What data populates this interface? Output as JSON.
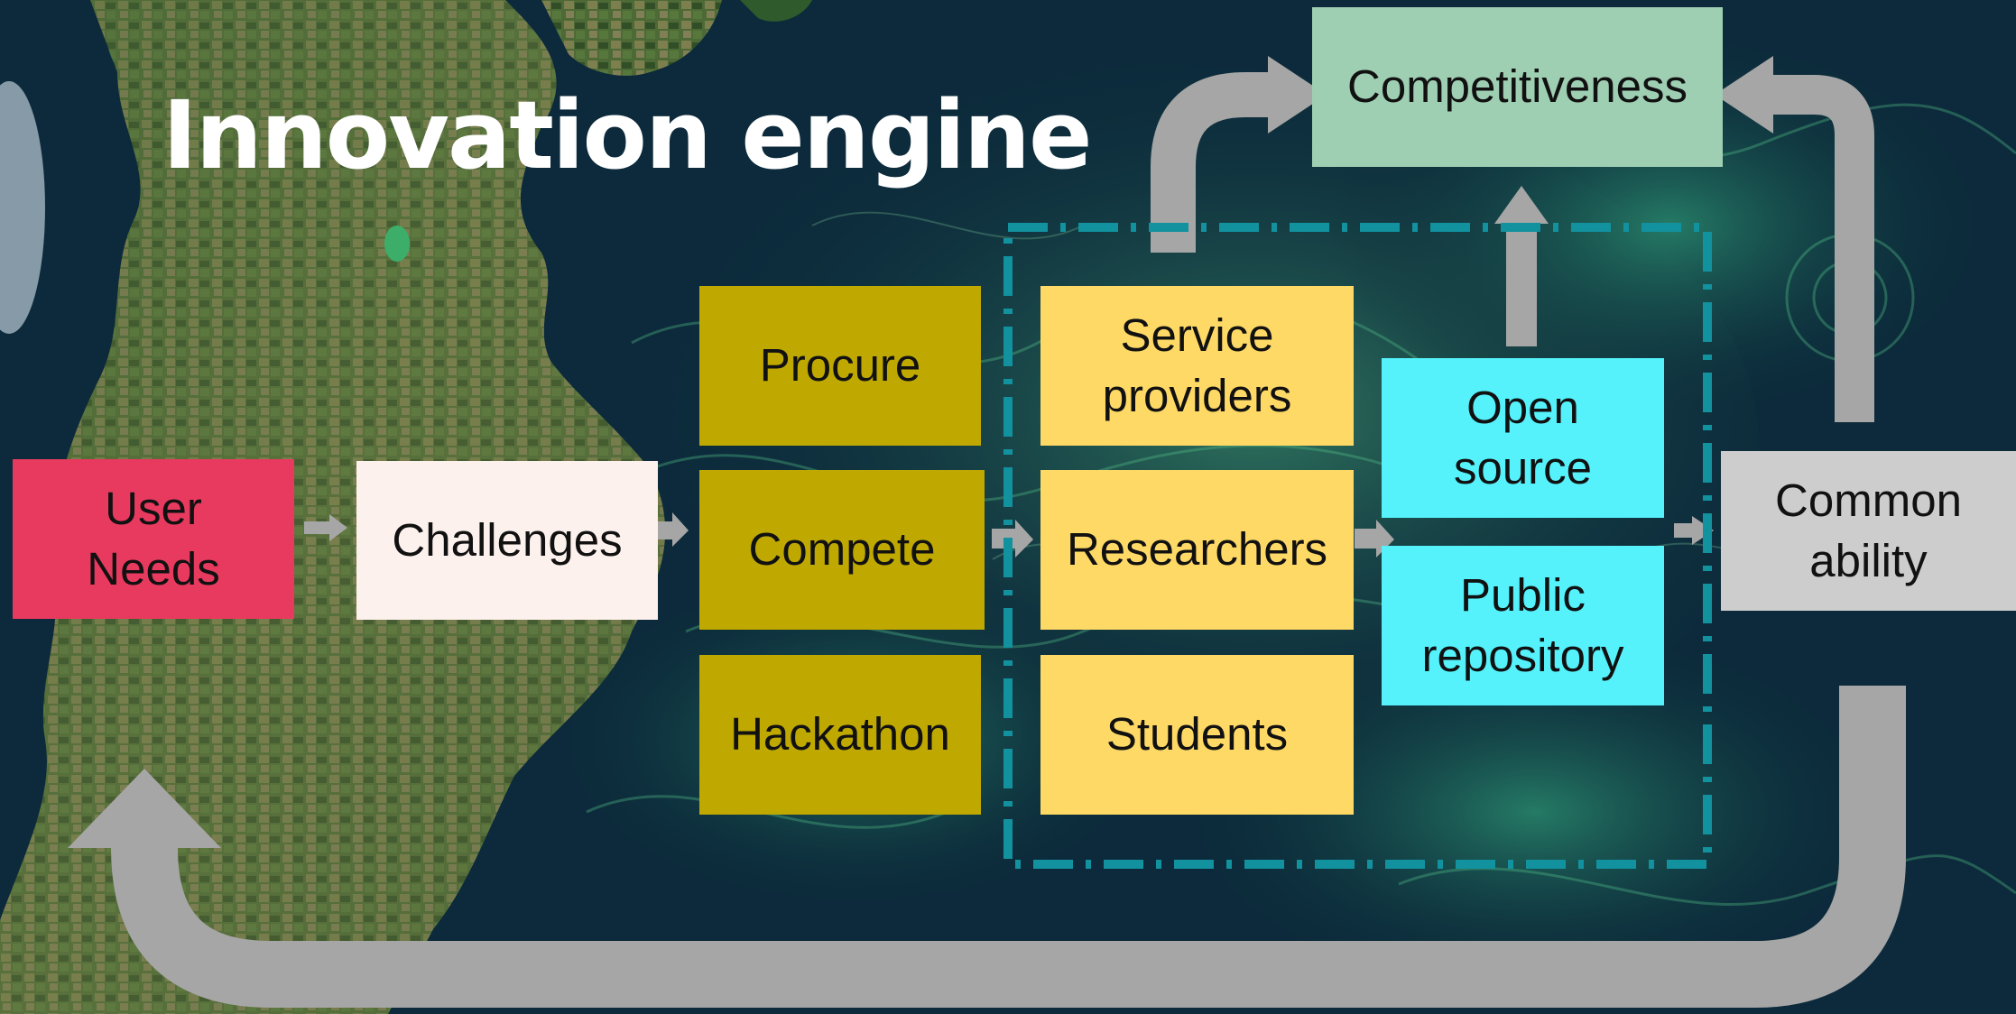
{
  "title": "Innovation engine",
  "colors": {
    "user_needs": "#e83a5f",
    "challenges": "#fdf1ee",
    "olive": "#bfa800",
    "yellow": "#ffd966",
    "cyan": "#55f2fc",
    "competitiveness": "#9fcfb3",
    "common_ability": "#cdcdcd",
    "arrow": "#a6a6a6",
    "dashed_border": "#12919e"
  },
  "nodes": {
    "user_needs": [
      "User",
      "Needs"
    ],
    "challenges": [
      "Challenges"
    ],
    "procure": [
      "Procure"
    ],
    "compete": [
      "Compete"
    ],
    "hackathon": [
      "Hackathon"
    ],
    "service_providers": [
      "Service",
      "providers"
    ],
    "researchers": [
      "Researchers"
    ],
    "students": [
      "Students"
    ],
    "open_source": [
      "Open",
      "source"
    ],
    "public_repository": [
      "Public",
      "repository"
    ],
    "competitiveness": [
      "Competitiveness"
    ],
    "common_ability": [
      "Common",
      "ability"
    ]
  },
  "icons": {
    "arrow": "right-arrow-icon",
    "up_arrow": "up-arrow-icon"
  }
}
